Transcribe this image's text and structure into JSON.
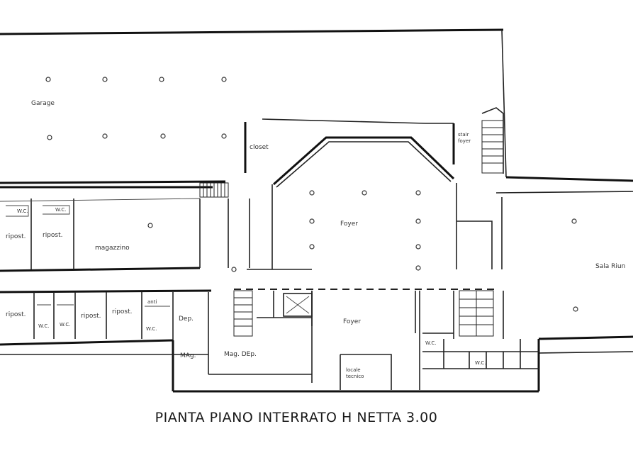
{
  "caption": "PIANTA PIANO INTERRATO H NETTA 3.00",
  "rooms": {
    "garage": "Garage",
    "closet": "closet",
    "stair_top": "stair\nfoyer",
    "foyer_upper": "Foyer",
    "foyer_lower": "Foyer",
    "sala_riunioni": "Sala Riun",
    "magazzino": "magazzino",
    "ripost_1": "ripost.",
    "ripost_2": "ripost.",
    "ripost_3": "ripost.",
    "ripost_4": "ripost.",
    "ripost_5": "ripost.",
    "wc_1": "W.C.",
    "wc_2": "W.C.",
    "wc_3": "W.C.",
    "wc_4": "W.C.",
    "wc_5": "W.C.",
    "antibagno": "anti",
    "dep": "Dep.",
    "mag": "MAg.",
    "mag_dep": "Mag. DEp.",
    "locale_tecnico": "locale\ntecnico",
    "wc_lower_right": "W.C.",
    "wc_row": "W.C."
  }
}
